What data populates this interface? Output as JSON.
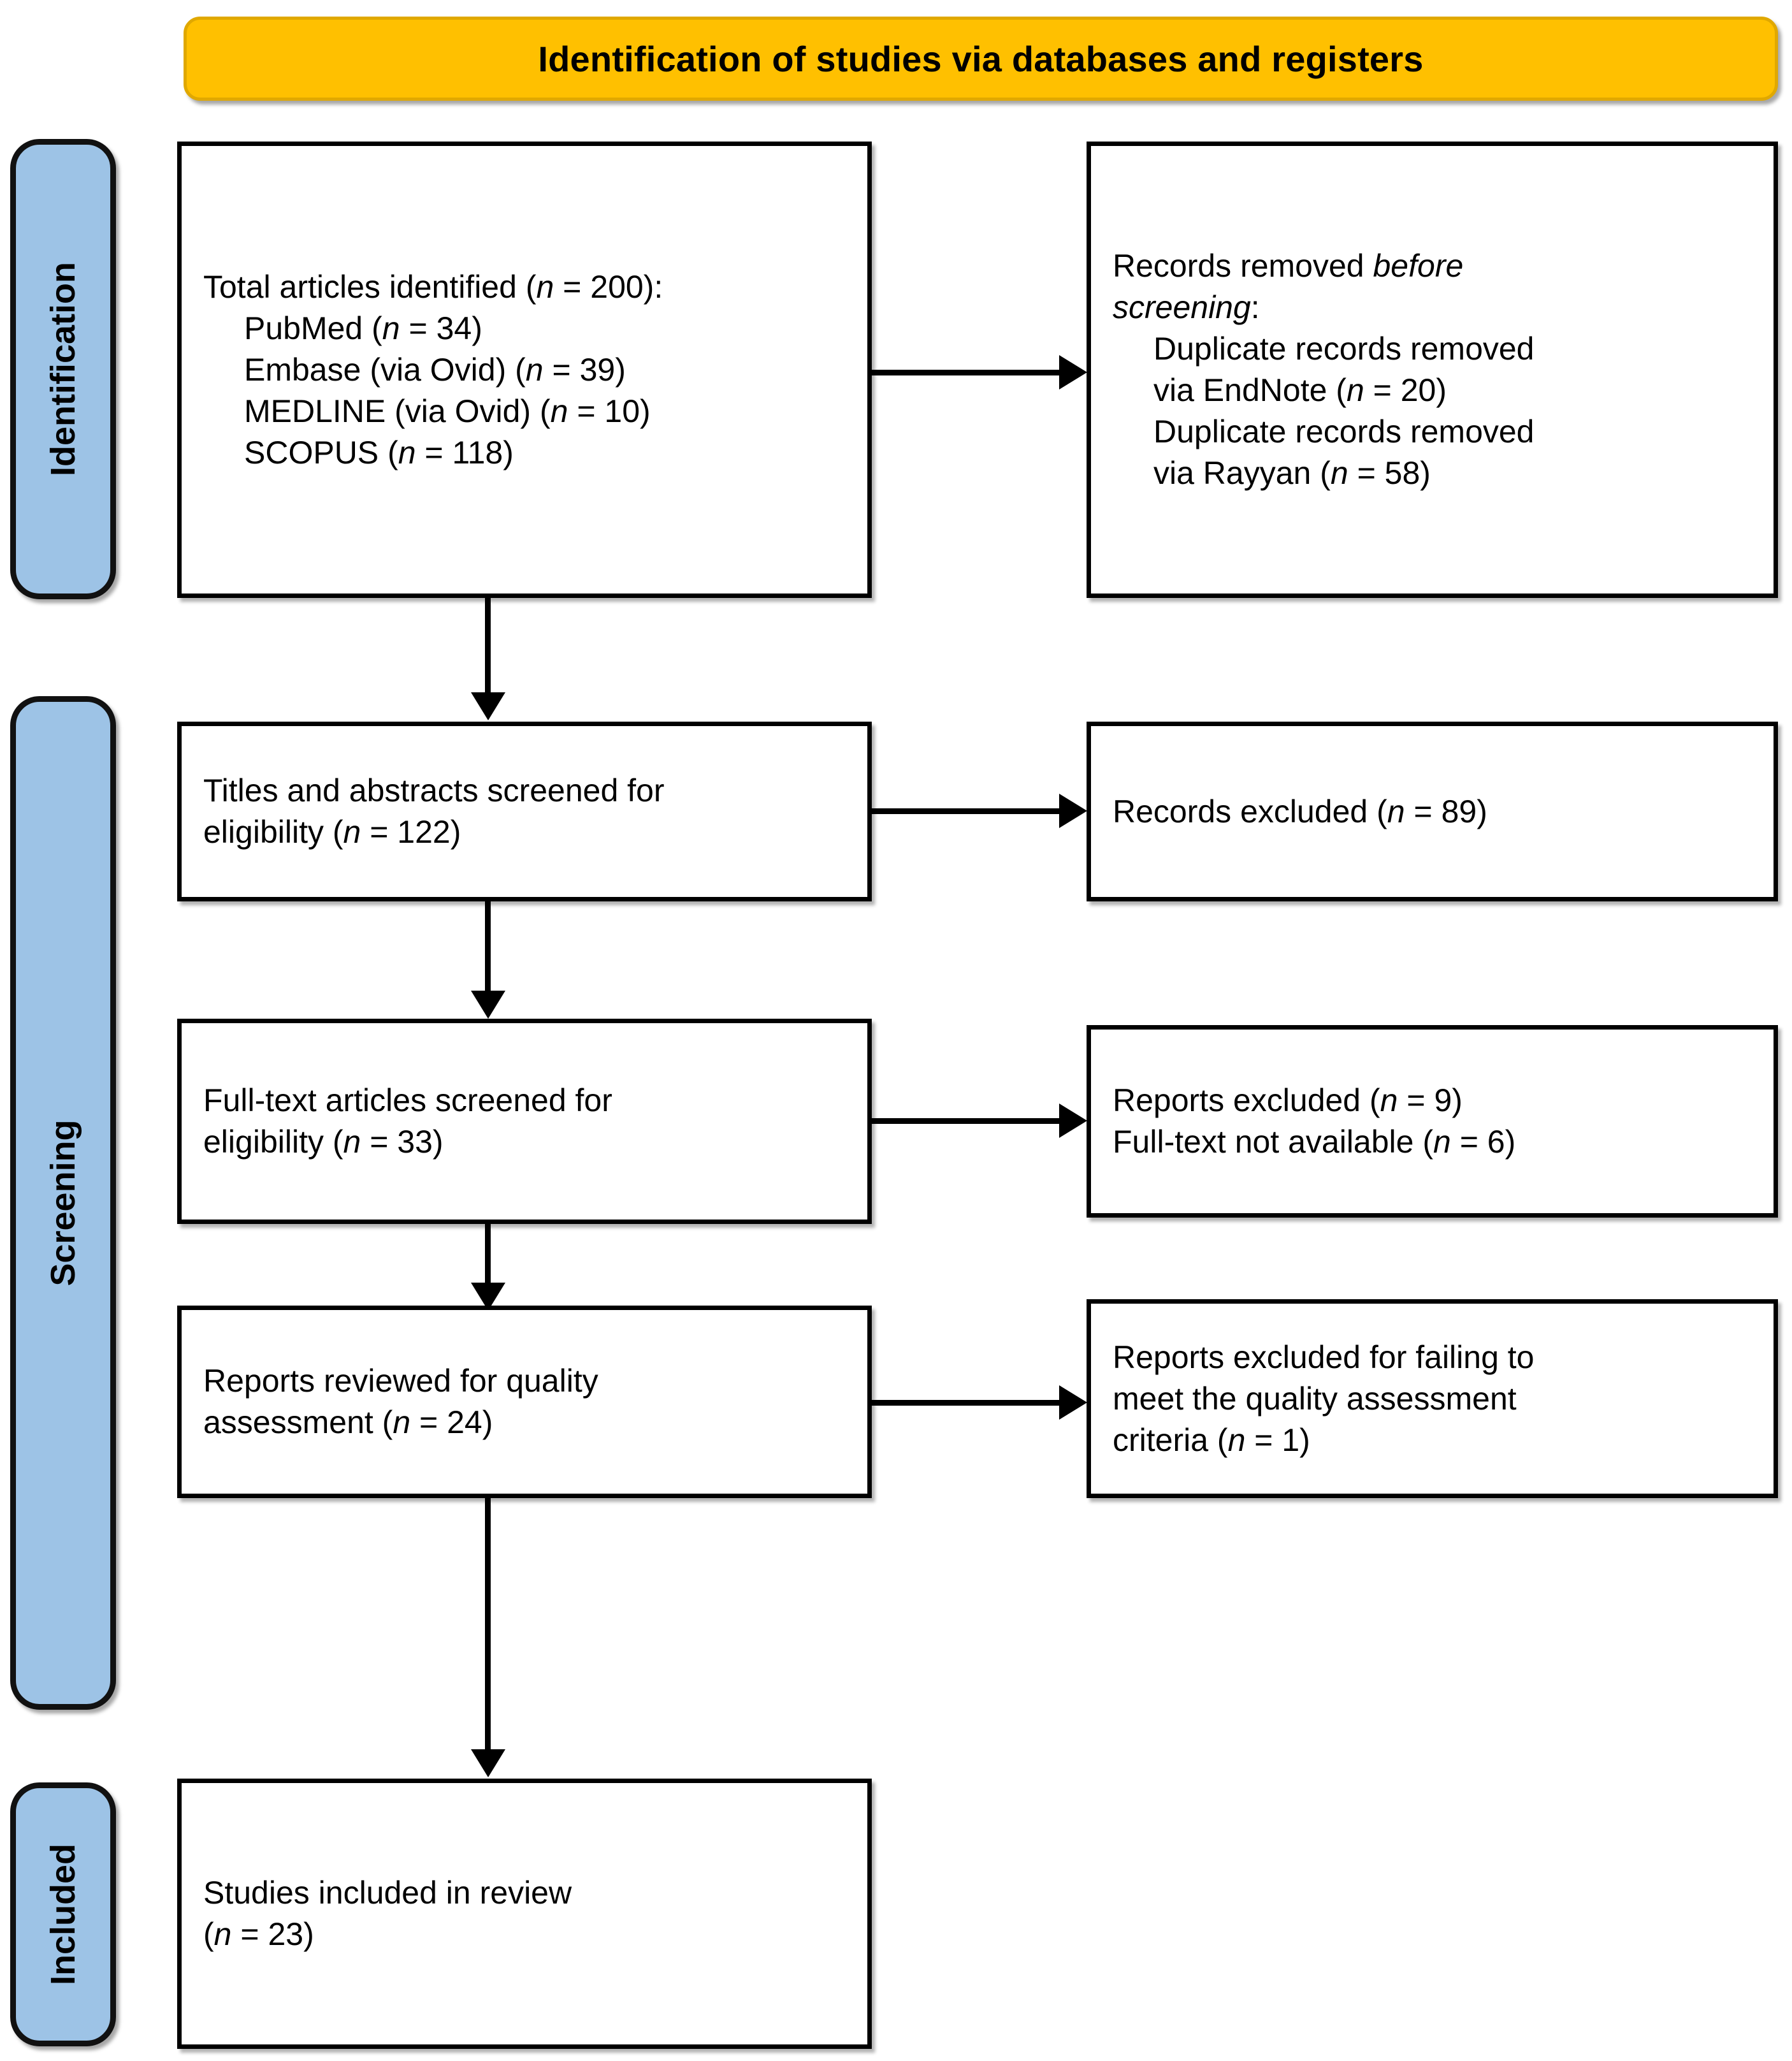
{
  "header": {
    "title": "Identification of studies via databases and registers",
    "background_color": "#FFC000"
  },
  "stages": [
    {
      "name": "identification",
      "label": "Identification",
      "color": "#9DC3E6"
    },
    {
      "name": "screening",
      "label": "Screening",
      "color": "#9DC3E6"
    },
    {
      "name": "included",
      "label": "Included",
      "color": "#9DC3E6"
    }
  ],
  "boxes": {
    "identified": {
      "name": "total-articles-identified",
      "lines": [
        "Total articles identified (n = 200):",
        "PubMed (n = 34)",
        "Embase (via Ovid) (n = 39)",
        "MEDLINE (via Ovid) (n = 10)",
        "SCOPUS (n = 118)"
      ],
      "line_0": "Total articles identified (n = 200):",
      "line_1": "PubMed (n = 34)",
      "line_2": "Embase (via Ovid) (n = 39)",
      "line_3": "MEDLINE (via Ovid) (n = 10)",
      "line_4": "SCOPUS (n = 118)"
    },
    "removed_before_screening": {
      "name": "records-removed-before-screening",
      "line_0_a": "Records removed ",
      "line_0_b": "before",
      "line_1_a": "screening",
      "line_1_b": ":",
      "line_2": "Duplicate records removed",
      "line_3": "via EndNote (n = 20)",
      "line_4": "Duplicate records removed",
      "line_5": "via Rayyan (n = 58)"
    },
    "titles_screened": {
      "name": "titles-abstracts-screened",
      "line_0": "Titles and abstracts screened for",
      "line_1": "eligibility (n = 122)"
    },
    "records_excluded": {
      "name": "records-excluded",
      "line_0": "Records excluded (n = 89)"
    },
    "fulltext_screened": {
      "name": "full-text-articles-screened",
      "line_0": "Full-text articles screened for",
      "line_1": "eligibility (n = 33)"
    },
    "reports_excluded": {
      "name": "reports-excluded",
      "line_0": "Reports excluded (n = 9)",
      "line_1": "Full-text not available (n = 6)"
    },
    "quality_reviewed": {
      "name": "reports-reviewed-quality",
      "line_0": "Reports reviewed for quality",
      "line_1": "assessment (n = 24)"
    },
    "quality_excluded": {
      "name": "reports-excluded-quality",
      "line_0": "Reports excluded for failing to",
      "line_1": "meet the quality assessment",
      "line_2": "criteria (n = 1)"
    },
    "included": {
      "name": "studies-included-in-review",
      "line_0": "Studies included in review",
      "line_1": "(n = 23)"
    }
  },
  "chart_data": {
    "type": "diagram",
    "title": "Identification of studies via databases and registers",
    "nodes": [
      {
        "id": "identified",
        "stage": "Identification",
        "label": "Total articles identified",
        "n": 200,
        "sources": [
          {
            "name": "PubMed",
            "n": 34
          },
          {
            "name": "Embase (via Ovid)",
            "n": 39
          },
          {
            "name": "MEDLINE (via Ovid)",
            "n": 10
          },
          {
            "name": "SCOPUS",
            "n": 118
          }
        ]
      },
      {
        "id": "removed_before_screening",
        "stage": "Identification",
        "label": "Records removed before screening",
        "items": [
          {
            "name": "Duplicate records removed via EndNote",
            "n": 20
          },
          {
            "name": "Duplicate records removed via Rayyan",
            "n": 58
          }
        ]
      },
      {
        "id": "titles_screened",
        "stage": "Screening",
        "label": "Titles and abstracts screened for eligibility",
        "n": 122
      },
      {
        "id": "records_excluded",
        "stage": "Screening",
        "label": "Records excluded",
        "n": 89
      },
      {
        "id": "fulltext_screened",
        "stage": "Screening",
        "label": "Full-text articles screened for eligibility",
        "n": 33
      },
      {
        "id": "reports_excluded",
        "stage": "Screening",
        "label": "Reports excluded",
        "n": 9,
        "items": [
          {
            "name": "Full-text not available",
            "n": 6
          }
        ]
      },
      {
        "id": "quality_reviewed",
        "stage": "Screening",
        "label": "Reports reviewed for quality assessment",
        "n": 24
      },
      {
        "id": "quality_excluded",
        "stage": "Screening",
        "label": "Reports excluded for failing to meet the quality assessment criteria",
        "n": 1
      },
      {
        "id": "included",
        "stage": "Included",
        "label": "Studies included in review",
        "n": 23
      }
    ],
    "edges": [
      {
        "from": "identified",
        "to": "removed_before_screening",
        "direction": "right"
      },
      {
        "from": "identified",
        "to": "titles_screened",
        "direction": "down"
      },
      {
        "from": "titles_screened",
        "to": "records_excluded",
        "direction": "right"
      },
      {
        "from": "titles_screened",
        "to": "fulltext_screened",
        "direction": "down"
      },
      {
        "from": "fulltext_screened",
        "to": "reports_excluded",
        "direction": "right"
      },
      {
        "from": "fulltext_screened",
        "to": "quality_reviewed",
        "direction": "down"
      },
      {
        "from": "quality_reviewed",
        "to": "quality_excluded",
        "direction": "right"
      },
      {
        "from": "quality_reviewed",
        "to": "included",
        "direction": "down"
      }
    ]
  }
}
